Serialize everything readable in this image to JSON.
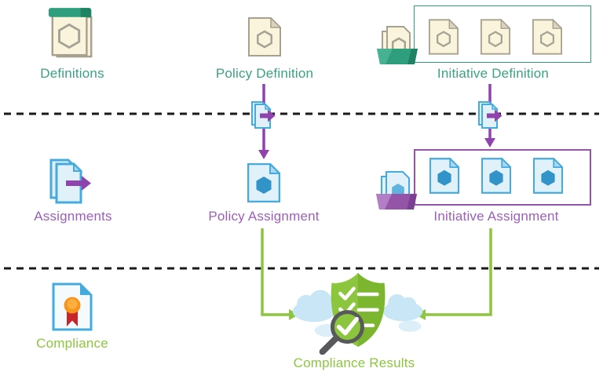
{
  "labels": {
    "definitions": "Definitions",
    "policy_definition": "Policy Definition",
    "initiative_definition": "Initiative Definition",
    "assignments": "Assignments",
    "policy_assignment": "Policy Assignment",
    "initiative_assignment": "Initiative Assignment",
    "compliance": "Compliance",
    "compliance_results": "Compliance Results"
  },
  "colors": {
    "teal": "#2E9E7D",
    "teal_dark": "#1F8263",
    "teal_light": "#46B193",
    "teal_label": "#3BA183",
    "purple": "#8F44AD",
    "purple_box": "#9455A8",
    "purple_light": "#B27FC7",
    "purple_dark": "#7B3F94",
    "purple_label": "#9C5FB8",
    "green": "#8CC63E",
    "green_dark": "#7CB62F",
    "doc_cream": "#FAF4DC",
    "doc_cream_border": "#A6A08E",
    "doc_cream_fold": "#D9D3BE",
    "hex_gray": "#A3A396",
    "doc_blue_fill": "#E1F1FA",
    "doc_blue_border": "#45ABDF",
    "doc_blue_fold": "#A9D9F2",
    "hexagon_blue": "#3193C8",
    "hexagon_blue_light": "#5FB4DE",
    "dashed_line": "#1A1A1A",
    "medal_orange": "#F7941E",
    "medal_orange_light": "#FBAF3F",
    "ribbon_red": "#C9242B",
    "magnifier_gray": "#58595B",
    "cloud_blue": "#C9E6F6",
    "cloud_blue_light": "#DCEFF9",
    "compliance_doc_fill": "#F5FAFD"
  },
  "icons": {
    "definitions": "notebook-with-hexagon",
    "policy_definition": "document-with-hexagon-outline",
    "initiative_definition_tray": "documents-in-tray",
    "assignments": "stacked-documents-right-arrow",
    "policy_assignment": "document-with-filled-hexagon",
    "initiative_assignment_tray": "documents-in-tray",
    "assignment_flow": "mini-documents-right-arrow",
    "compliance": "certificate-document",
    "compliance_results": "shield-checklist-clouds-magnifier"
  }
}
